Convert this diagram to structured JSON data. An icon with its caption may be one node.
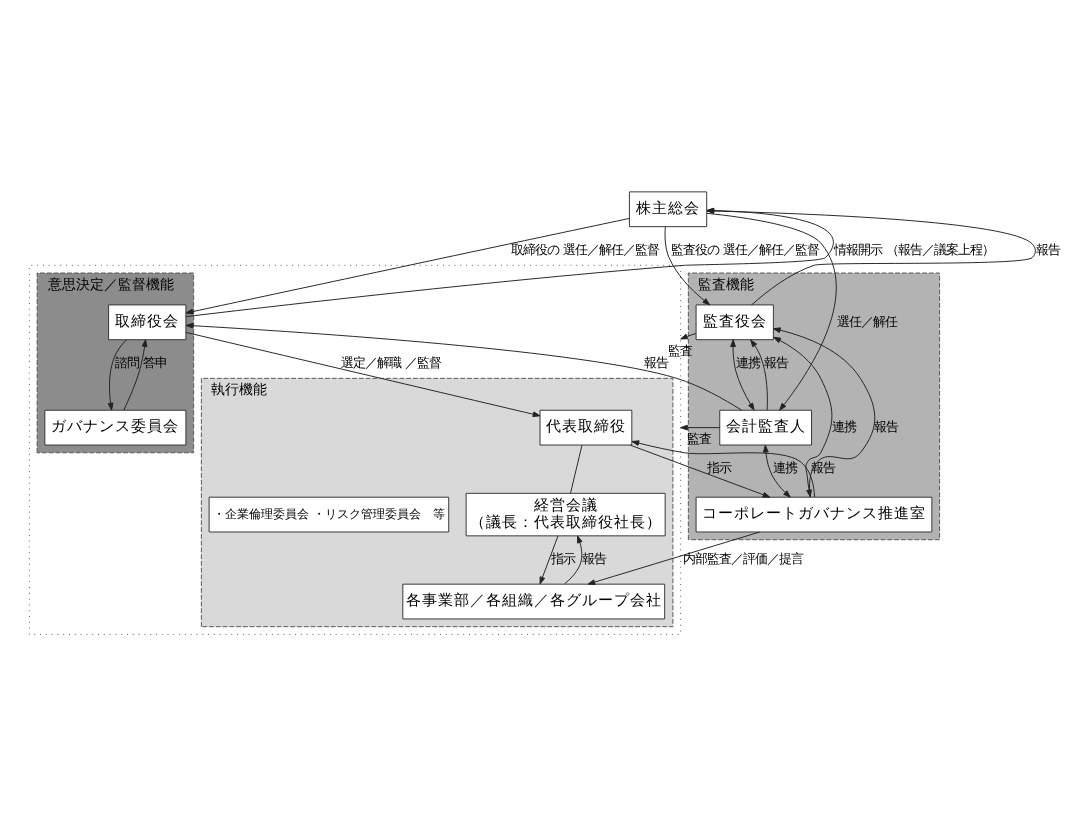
{
  "diagram": {
    "nodes": [
      {
        "text": [
          "株主総会"
        ]
      },
      {
        "text": [],
        "shape": "box"
      },
      {
        "text": [
          "執行機能"
        ],
        "in": 1
      },
      {
        "text": [
          "意思決定／監督機能"
        ],
        "in": 1
      },
      {
        "text": [
          "監査機能"
        ]
      },
      {
        "text": [
          "代表取締役"
        ],
        "in": 2
      },
      {
        "text": [
          "経営会議",
          "（議長：代表取締役社長）"
        ],
        "in": 2
      },
      {
        "text": [
          "・企業倫理委員会 ・リスク管理委員会　等"
        ],
        "in": 2
      },
      {
        "text": [
          "各事業部／各組織／各グループ会社"
        ],
        "in": 2
      },
      {
        "text": [
          "取締役会"
        ],
        "in": 3
      },
      {
        "text": [
          "ガバナンス委員会"
        ],
        "in": 3
      },
      {
        "text": [
          "監査役会"
        ],
        "in": 4
      },
      {
        "text": [
          "会計監査人"
        ],
        "in": 4
      },
      {
        "text": [
          "コーポレートガバナンス推進室"
        ],
        "in": 4
      }
    ],
    "edges": [
      {
        "from": 0,
        "to": 9,
        "arrow": "to",
        "label": "取締役の 選任／解任／監督"
      },
      {
        "from": 9,
        "to": 0,
        "arrow": "to",
        "label": "情報開示 （報告／議案上程）"
      },
      {
        "from": 0,
        "to": 11,
        "arrow": "to",
        "label": "監査役の 選任／解任／監督"
      },
      {
        "from": 11,
        "to": 0,
        "arrow": "to",
        "label": "報告"
      },
      {
        "from": 0,
        "to": 12,
        "arrow": "to",
        "label": "選任／解任"
      },
      {
        "from": 9,
        "to": 5,
        "arrow": "to",
        "label": "選定／解職 ／監督"
      },
      {
        "from": 11,
        "to": 1,
        "arrow": "to",
        "label": "監査"
      },
      {
        "from": 12,
        "to": 1,
        "arrow": "to",
        "label": "監査"
      },
      {
        "from": 12,
        "to": 9,
        "arrow": "to",
        "label": "報告"
      },
      {
        "from": 11,
        "to": 12,
        "arrow": "both",
        "label": "連携"
      },
      {
        "from": 12,
        "to": 11,
        "arrow": "to",
        "label": "報告"
      },
      {
        "from": 12,
        "to": 13,
        "arrow": "both",
        "label": "連携"
      },
      {
        "from": 13,
        "to": 11,
        "arrow": "both",
        "label": "連携"
      },
      {
        "from": 13,
        "to": 11,
        "arrow": "to",
        "label": "報告"
      },
      {
        "from": 9,
        "to": 10,
        "arrow": "to",
        "label": "諮問"
      },
      {
        "from": 10,
        "to": 9,
        "arrow": "to",
        "label": "答申"
      },
      {
        "from": 13,
        "to": 5,
        "arrow": "to",
        "label": "報告"
      },
      {
        "from": 5,
        "to": 13,
        "arrow": "to",
        "label": "指示"
      },
      {
        "from": 5,
        "to": 6,
        "arrow": "none"
      },
      {
        "from": 6,
        "to": 8,
        "arrow": "to",
        "label": "指示"
      },
      {
        "from": 8,
        "to": 6,
        "arrow": "to",
        "label": "報告"
      },
      {
        "from": 13,
        "to": 8,
        "arrow": "to",
        "label": "内部監査／評価／提言"
      }
    ]
  }
}
